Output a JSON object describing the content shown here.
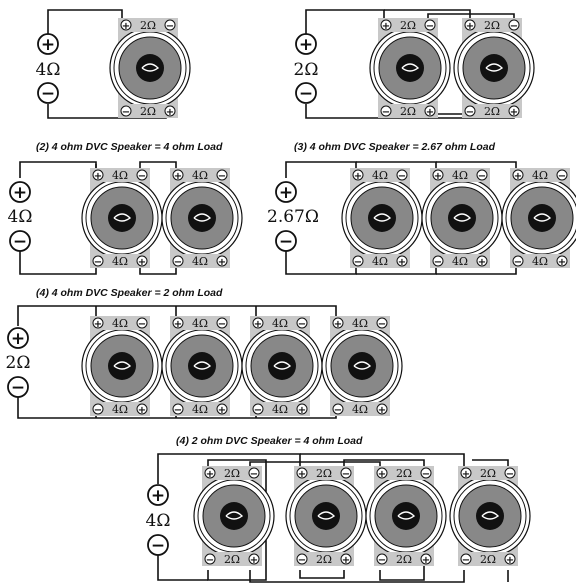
{
  "diagrams": [
    {
      "caption": "",
      "load_label": "4Ω",
      "terminal_label": "2Ω",
      "speaker_count": 1
    },
    {
      "caption": "",
      "load_label": "2Ω",
      "terminal_label": "2Ω",
      "speaker_count": 2
    },
    {
      "caption": "(2) 4 ohm DVC Speaker = 4 ohm Load",
      "load_label": "4Ω",
      "terminal_label": "4Ω",
      "speaker_count": 2
    },
    {
      "caption": "(3) 4 ohm DVC Speaker = 2.67 ohm Load",
      "load_label": "2.67Ω",
      "terminal_label": "4Ω",
      "speaker_count": 3
    },
    {
      "caption": "(4) 4 ohm DVC Speaker = 2 ohm Load",
      "load_label": "2Ω",
      "terminal_label": "4Ω",
      "speaker_count": 4
    },
    {
      "caption": "(4) 2 ohm DVC Speaker = 4 ohm Load",
      "load_label": "4Ω",
      "terminal_label": "2Ω",
      "speaker_count": 4
    }
  ],
  "symbols": {
    "plus": "+",
    "minus": "−"
  },
  "colors": {
    "speaker_plate": "#c8c8c8",
    "cone": "#888888",
    "dust_cap": "#111111",
    "wire": "#111111"
  }
}
